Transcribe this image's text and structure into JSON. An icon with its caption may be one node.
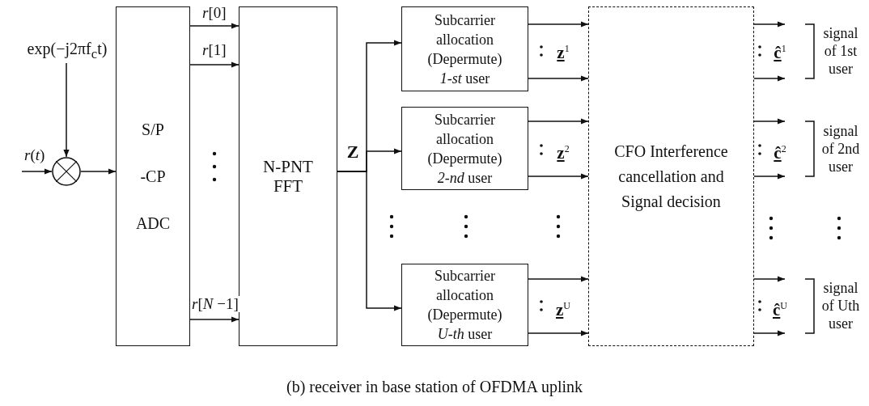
{
  "diagram": {
    "caption": "(b) receiver in base station of OFDMA uplink",
    "nodes": [
      {
        "text": [
          "exp(−j2πf$_{c}$t)"
        ]
      },
      {
        "text": [],
        "shape": "circle"
      },
      {
        "text": [
          "S/P",
          "-CP",
          "ADC"
        ]
      },
      {
        "text": [
          "N-PNT FFT"
        ]
      },
      {
        "text": [
          "Subcarrier allocation (Depermute)",
          "*1-st* user"
        ]
      },
      {
        "text": [
          "Subcarrier allocation (Depermute)",
          "*2-nd* user"
        ]
      },
      {
        "text": [
          "Subcarrier allocation (Depermute)",
          "*U-th* user"
        ]
      },
      {
        "text": [
          "CFO Interference cancellation and Signal decision"
        ]
      }
    ],
    "edges": [
      {
        "from": null,
        "to": 1,
        "arrow": "to",
        "label": "*r*(*t*)"
      },
      {
        "from": 0,
        "to": 1,
        "arrow": "to"
      },
      {
        "from": 1,
        "to": 2,
        "arrow": "to"
      },
      {
        "from": 2,
        "to": 3,
        "arrow": "to",
        "label": "*r*[0]"
      },
      {
        "from": 2,
        "to": 3,
        "arrow": "to",
        "label": "*r*[1]"
      },
      {
        "from": 2,
        "to": 3,
        "arrow": "to",
        "label": "*r*[*N* −1]"
      },
      {
        "from": 3,
        "to": 4,
        "arrow": "to"
      },
      {
        "from": 3,
        "to": 5,
        "arrow": "to"
      },
      {
        "from": 3,
        "to": 6,
        "arrow": "to"
      },
      {
        "from": 4,
        "to": 7,
        "arrow": "to"
      },
      {
        "from": 4,
        "to": 7,
        "arrow": "to"
      },
      {
        "from": 5,
        "to": 7,
        "arrow": "to"
      },
      {
        "from": 5,
        "to": 7,
        "arrow": "to"
      },
      {
        "from": 6,
        "to": 7,
        "arrow": "to"
      },
      {
        "from": 6,
        "to": 7,
        "arrow": "to"
      },
      {
        "from": 7,
        "to": null,
        "arrow": "to"
      },
      {
        "from": 7,
        "to": null,
        "arrow": "to"
      },
      {
        "from": 7,
        "to": null,
        "arrow": "to"
      },
      {
        "from": 7,
        "to": null,
        "arrow": "to"
      },
      {
        "from": 7,
        "to": null,
        "arrow": "to"
      },
      {
        "from": 7,
        "to": null,
        "arrow": "to"
      }
    ],
    "labels": [
      "Z",
      "**z**$^{1}$",
      "**z**$^{2}$",
      "**z**$^{U}$",
      "**ĉ**$^{1}$",
      "**ĉ**$^{2}$",
      "**ĉ**$^{U}$",
      "signal of 1st user",
      "signal of 2nd user",
      "signal of Uth user"
    ]
  }
}
